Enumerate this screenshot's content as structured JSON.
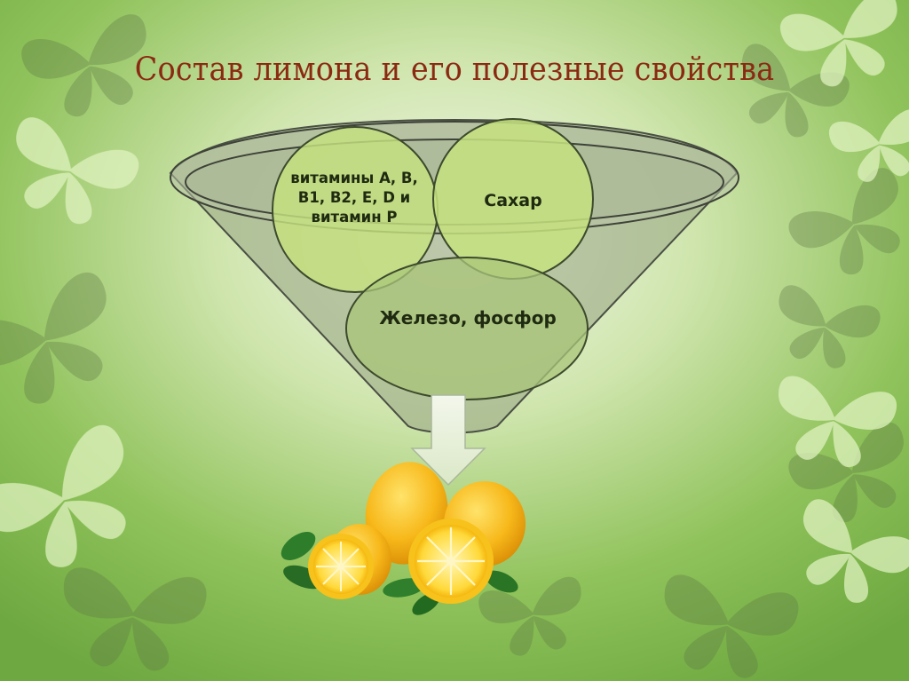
{
  "slide": {
    "title": "Состав лимона и его полезные свойства"
  },
  "funnel": {
    "vitamins": "витамины А, В, В1, В2, Е, D и витамин Р",
    "sugar": "Сахар",
    "minerals": "Железо, фосфор"
  },
  "icons": {
    "decor": "butterfly-icon",
    "result": "lemons-icon"
  },
  "colors": {
    "title": "#8b2a12",
    "circle_fill": "#c6e27f",
    "funnel_fill": "#9aab86",
    "background": "#8fc25a"
  }
}
